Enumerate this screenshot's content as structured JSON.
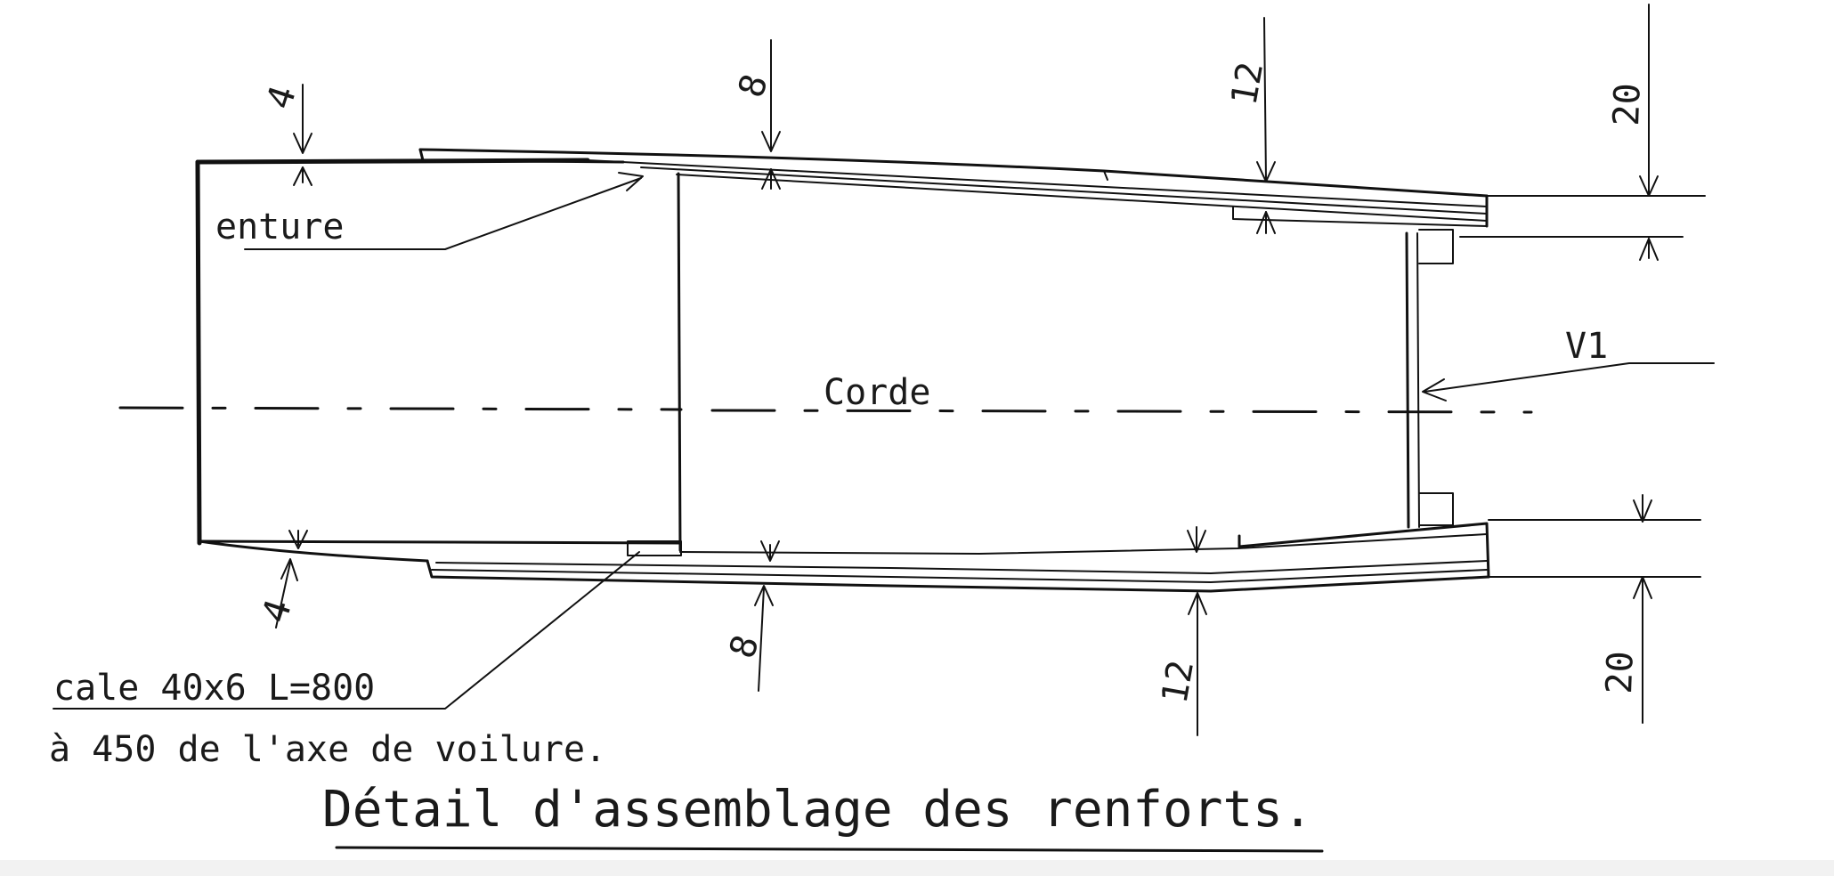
{
  "drawing": {
    "labels": {
      "enture": "enture",
      "corde": "Corde",
      "v1": "V1",
      "cale_line1": "cale 40x6 L=800",
      "cale_line2": "à 450 de l'axe de voilure."
    },
    "dimensions": {
      "top_left": "4",
      "top_mid": "8",
      "top_right_inner": "12",
      "top_right_outer": "20",
      "bottom_left": "4",
      "bottom_mid": "8",
      "bottom_right_inner": "12",
      "bottom_right_outer": "20"
    },
    "title": "Détail d'assemblage des renforts."
  }
}
